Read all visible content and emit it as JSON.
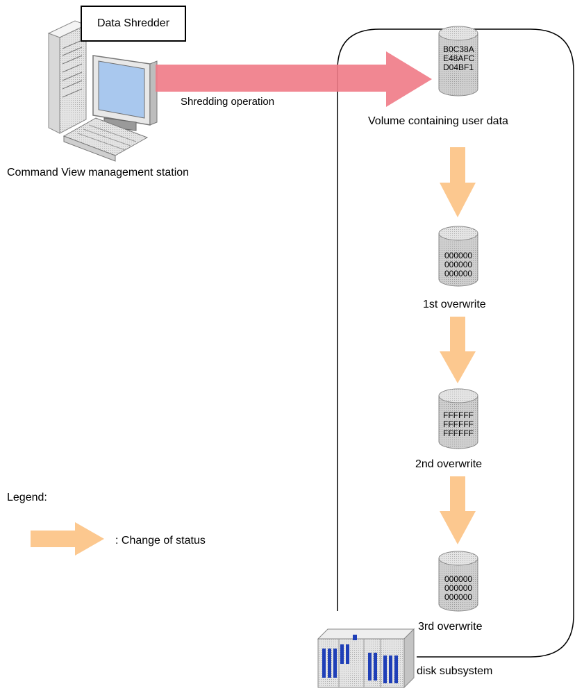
{
  "software_label": "Data Shredder",
  "station_label": "Command View management station",
  "arrow_label": "Shredding operation",
  "volumes": [
    {
      "caption": "Volume containing user data",
      "lines": [
        "B0C38A",
        "E48AFC",
        "D04BF1"
      ]
    },
    {
      "caption": "1st overwrite",
      "lines": [
        "000000",
        "000000",
        "000000"
      ]
    },
    {
      "caption": "2nd overwrite",
      "lines": [
        "FFFFFF",
        "FFFFFF",
        "FFFFFF"
      ]
    },
    {
      "caption": "3rd overwrite",
      "lines": [
        "000000",
        "000000",
        "000000"
      ]
    }
  ],
  "subsystem_label": "disk subsystem",
  "legend": {
    "title": "Legend:",
    "item": ": Change of status"
  },
  "colors": {
    "operation_arrow": "#f07a86",
    "status_arrow": "#fcc88f",
    "disk": "#c8c8c8",
    "monitor_screen": "#a9c8ee"
  }
}
